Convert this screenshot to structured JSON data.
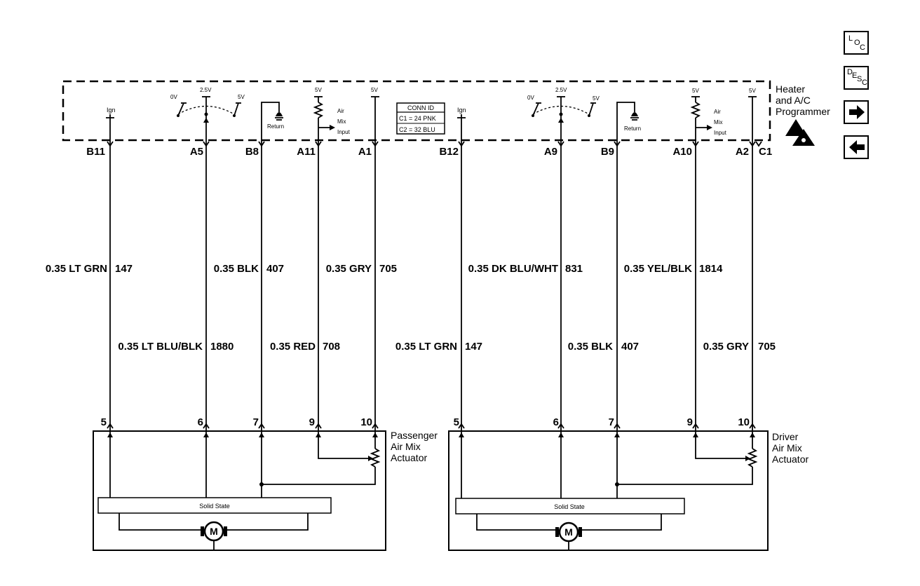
{
  "module": {
    "title_lines": [
      "Heater",
      "and A/C",
      "Programmer"
    ],
    "conn_id": {
      "header": "CONN ID",
      "rows": [
        "C1 = 24 PNK",
        "C2 = 32 BLU"
      ]
    },
    "labels": {
      "ign": "Ign",
      "zero_v": "0V",
      "two_five_v": "2.5V",
      "five_v": "5V",
      "return": "Return",
      "air_mix_input": [
        "Air",
        "Mix",
        "Input"
      ]
    },
    "pins": [
      "B11",
      "A5",
      "B8",
      "A11",
      "A1",
      "B12",
      "A9",
      "B9",
      "A10",
      "A2",
      "C1"
    ]
  },
  "wires_upper": [
    {
      "color": "0.35 LT GRN",
      "circuit": "147"
    },
    {
      "color": "0.35 BLK",
      "circuit": "407"
    },
    {
      "color": "0.35 GRY",
      "circuit": "705"
    },
    {
      "color": "0.35 DK BLU/WHT",
      "circuit": "831"
    },
    {
      "color": "0.35 YEL/BLK",
      "circuit": "1814"
    }
  ],
  "wires_lower": [
    {
      "color": "0.35 LT BLU/BLK",
      "circuit": "1880"
    },
    {
      "color": "0.35 RED",
      "circuit": "708"
    },
    {
      "color": "0.35 LT GRN",
      "circuit": "147"
    },
    {
      "color": "0.35 BLK",
      "circuit": "407"
    },
    {
      "color": "0.35 GRY",
      "circuit": "705"
    }
  ],
  "actuators": [
    {
      "title_lines": [
        "Passenger",
        "Air Mix",
        "Actuator"
      ],
      "pins": [
        "5",
        "6",
        "7",
        "9",
        "10"
      ],
      "solid_state": "Solid State",
      "motor": "M"
    },
    {
      "title_lines": [
        "Driver",
        "Air Mix",
        "Actuator"
      ],
      "pins": [
        "5",
        "6",
        "7",
        "9",
        "10"
      ],
      "solid_state": "Solid State",
      "motor": "M"
    }
  ],
  "nav": {
    "loc": [
      "L",
      "O",
      "C"
    ],
    "desc": [
      "D",
      "E",
      "S",
      "C"
    ],
    "next_icon": "arrow-right-icon",
    "prev_icon": "arrow-left-icon"
  }
}
